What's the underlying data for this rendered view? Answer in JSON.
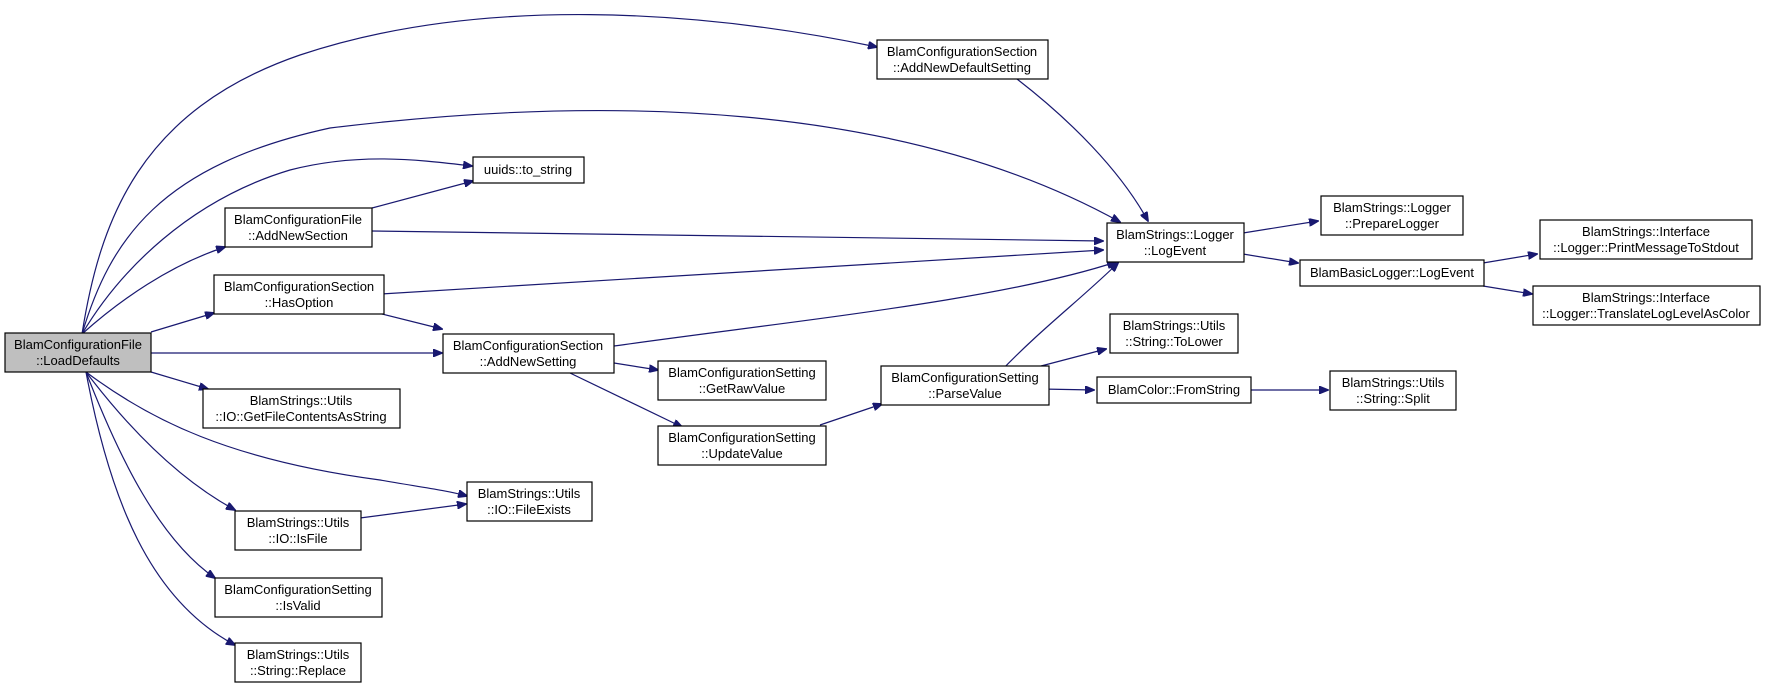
{
  "colors": {
    "edge": "#191970",
    "root_fill": "#bfbfbf",
    "node_fill": "#ffffff",
    "border": "#000000"
  },
  "nodes": {
    "load_defaults": {
      "line1": "BlamConfigurationFile",
      "line2": "::LoadDefaults"
    },
    "add_new_default_setting": {
      "line1": "BlamConfigurationSection",
      "line2": "::AddNewDefaultSetting"
    },
    "uuids_to_string": {
      "line1": "uuids::to_string",
      "line2": ""
    },
    "add_new_section": {
      "line1": "BlamConfigurationFile",
      "line2": "::AddNewSection"
    },
    "has_option": {
      "line1": "BlamConfigurationSection",
      "line2": "::HasOption"
    },
    "add_new_setting": {
      "line1": "BlamConfigurationSection",
      "line2": "::AddNewSetting"
    },
    "get_file_contents_as_string": {
      "line1": "BlamStrings::Utils",
      "line2": "::IO::GetFileContentsAsString"
    },
    "file_exists": {
      "line1": "BlamStrings::Utils",
      "line2": "::IO::FileExists"
    },
    "is_file": {
      "line1": "BlamStrings::Utils",
      "line2": "::IO::IsFile"
    },
    "is_valid": {
      "line1": "BlamConfigurationSetting",
      "line2": "::IsValid"
    },
    "string_replace": {
      "line1": "BlamStrings::Utils",
      "line2": "::String::Replace"
    },
    "get_raw_value": {
      "line1": "BlamConfigurationSetting",
      "line2": "::GetRawValue"
    },
    "update_value": {
      "line1": "BlamConfigurationSetting",
      "line2": "::UpdateValue"
    },
    "parse_value": {
      "line1": "BlamConfigurationSetting",
      "line2": "::ParseValue"
    },
    "logger_log_event": {
      "line1": "BlamStrings::Logger",
      "line2": "::LogEvent"
    },
    "string_to_lower": {
      "line1": "BlamStrings::Utils",
      "line2": "::String::ToLower"
    },
    "color_from_string": {
      "line1": "BlamColor::FromString",
      "line2": ""
    },
    "prepare_logger": {
      "line1": "BlamStrings::Logger",
      "line2": "::PrepareLogger"
    },
    "basic_logger_log_event": {
      "line1": "BlamBasicLogger::LogEvent",
      "line2": ""
    },
    "string_split": {
      "line1": "BlamStrings::Utils",
      "line2": "::String::Split"
    },
    "print_message_to_stdout": {
      "line1": "BlamStrings::Interface",
      "line2": "::Logger::PrintMessageToStdout"
    },
    "translate_log_level_as_color": {
      "line1": "BlamStrings::Interface",
      "line2": "::Logger::TranslateLogLevelAsColor"
    }
  },
  "edges": [
    {
      "from": "load_defaults",
      "to": "add_new_default_setting"
    },
    {
      "from": "load_defaults",
      "to": "logger_log_event"
    },
    {
      "from": "load_defaults",
      "to": "uuids_to_string"
    },
    {
      "from": "load_defaults",
      "to": "add_new_section"
    },
    {
      "from": "load_defaults",
      "to": "has_option"
    },
    {
      "from": "load_defaults",
      "to": "add_new_setting"
    },
    {
      "from": "load_defaults",
      "to": "get_file_contents_as_string"
    },
    {
      "from": "load_defaults",
      "to": "file_exists"
    },
    {
      "from": "load_defaults",
      "to": "is_file"
    },
    {
      "from": "load_defaults",
      "to": "is_valid"
    },
    {
      "from": "load_defaults",
      "to": "string_replace"
    },
    {
      "from": "add_new_default_setting",
      "to": "logger_log_event"
    },
    {
      "from": "add_new_section",
      "to": "uuids_to_string"
    },
    {
      "from": "add_new_section",
      "to": "logger_log_event"
    },
    {
      "from": "has_option",
      "to": "logger_log_event"
    },
    {
      "from": "has_option",
      "to": "add_new_setting"
    },
    {
      "from": "add_new_setting",
      "to": "logger_log_event"
    },
    {
      "from": "add_new_setting",
      "to": "get_raw_value"
    },
    {
      "from": "add_new_setting",
      "to": "update_value"
    },
    {
      "from": "is_file",
      "to": "file_exists"
    },
    {
      "from": "update_value",
      "to": "parse_value"
    },
    {
      "from": "parse_value",
      "to": "logger_log_event"
    },
    {
      "from": "parse_value",
      "to": "string_to_lower"
    },
    {
      "from": "parse_value",
      "to": "color_from_string"
    },
    {
      "from": "color_from_string",
      "to": "string_split"
    },
    {
      "from": "logger_log_event",
      "to": "prepare_logger"
    },
    {
      "from": "logger_log_event",
      "to": "basic_logger_log_event"
    },
    {
      "from": "basic_logger_log_event",
      "to": "print_message_to_stdout"
    },
    {
      "from": "basic_logger_log_event",
      "to": "translate_log_level_as_color"
    }
  ]
}
